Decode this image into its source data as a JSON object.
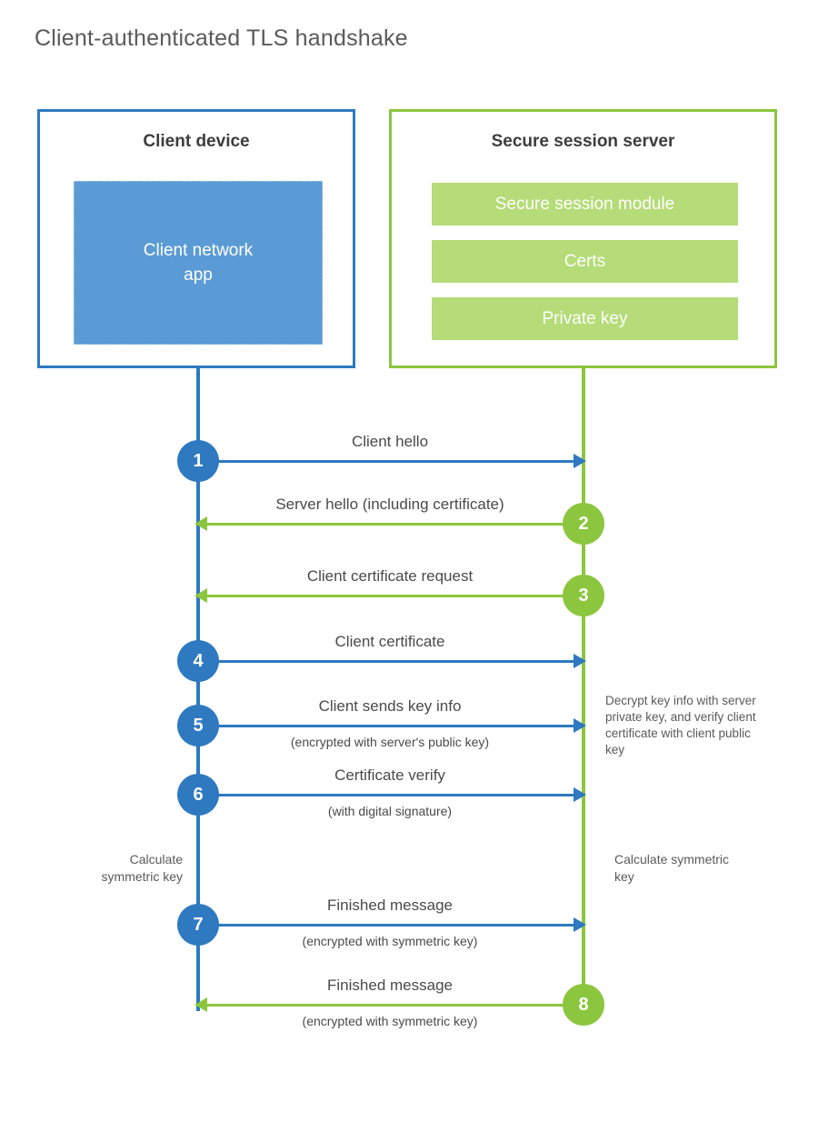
{
  "title": "Client-authenticated TLS handshake",
  "colors": {
    "client_blue": "#2E79C0",
    "client_app_fill": "#5B9BD5",
    "server_green": "#8CC63F",
    "server_bar_fill": "#B5DC78",
    "text": "#4a4a4a"
  },
  "client": {
    "title": "Client device",
    "app_label": "Client network app"
  },
  "server": {
    "title": "Secure session server",
    "modules": [
      "Secure session module",
      "Certs",
      "Private key"
    ]
  },
  "messages": [
    {
      "step": "1",
      "label": "Client hello",
      "sublabel": "",
      "direction": "client-to-server",
      "origin": "client"
    },
    {
      "step": "2",
      "label": "Server hello (including certificate)",
      "sublabel": "",
      "direction": "server-to-client",
      "origin": "server"
    },
    {
      "step": "3",
      "label": "Client certificate request",
      "sublabel": "",
      "direction": "server-to-client",
      "origin": "server"
    },
    {
      "step": "4",
      "label": "Client certificate",
      "sublabel": "",
      "direction": "client-to-server",
      "origin": "client"
    },
    {
      "step": "5",
      "label": "Client sends key info",
      "sublabel": "(encrypted with server's public key)",
      "direction": "client-to-server",
      "origin": "client"
    },
    {
      "step": "6",
      "label": "Certificate verify",
      "sublabel": "(with digital signature)",
      "direction": "client-to-server",
      "origin": "client"
    },
    {
      "step": "7",
      "label": "Finished message",
      "sublabel": "(encrypted with symmetric key)",
      "direction": "client-to-server",
      "origin": "client"
    },
    {
      "step": "8",
      "label": "Finished message",
      "sublabel": "(encrypted with symmetric key)",
      "direction": "server-to-client",
      "origin": "server"
    }
  ],
  "notes": {
    "server_decrypt": "Decrypt key info with server private key, and verify client certificate with client public key",
    "client_calculate": "Calculate symmetric key",
    "server_calculate": "Calculate symmetric key"
  }
}
